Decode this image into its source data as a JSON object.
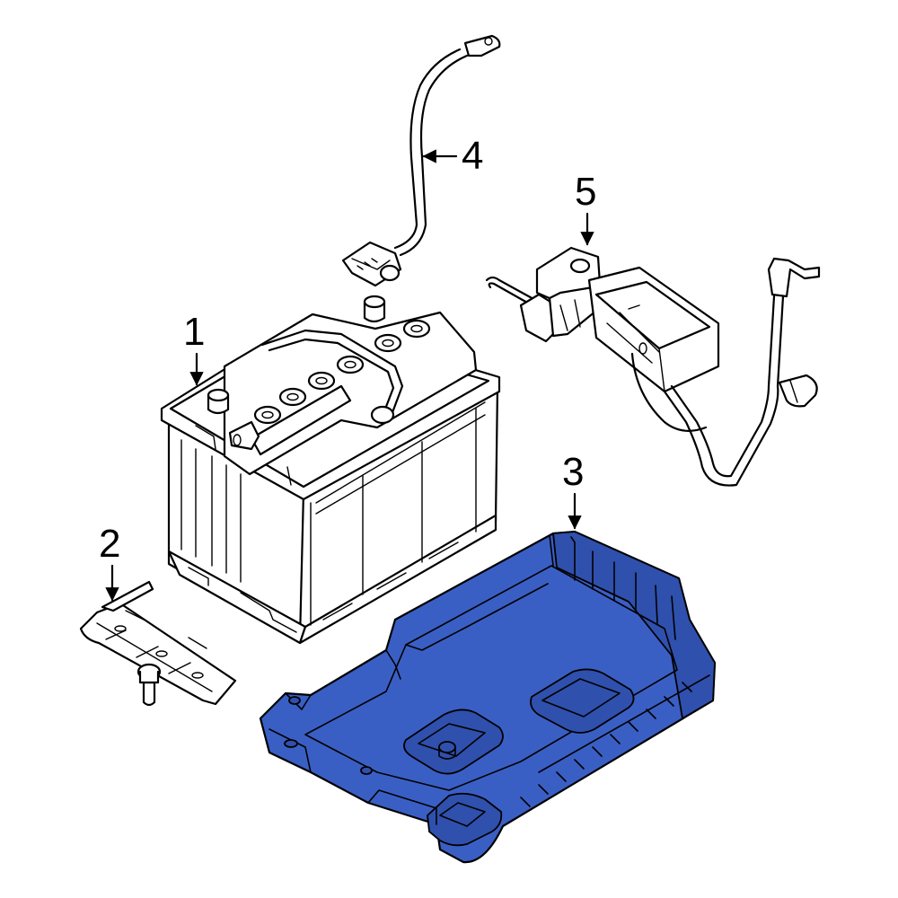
{
  "callouts": [
    {
      "id": "battery",
      "label": "1"
    },
    {
      "id": "bracket",
      "label": "2"
    },
    {
      "id": "tray",
      "label": "3"
    },
    {
      "id": "cable",
      "label": "4"
    },
    {
      "id": "terminal",
      "label": "5"
    }
  ],
  "colors": {
    "highlight": "#3a5fc4",
    "line": "#000000",
    "background": "#ffffff"
  }
}
